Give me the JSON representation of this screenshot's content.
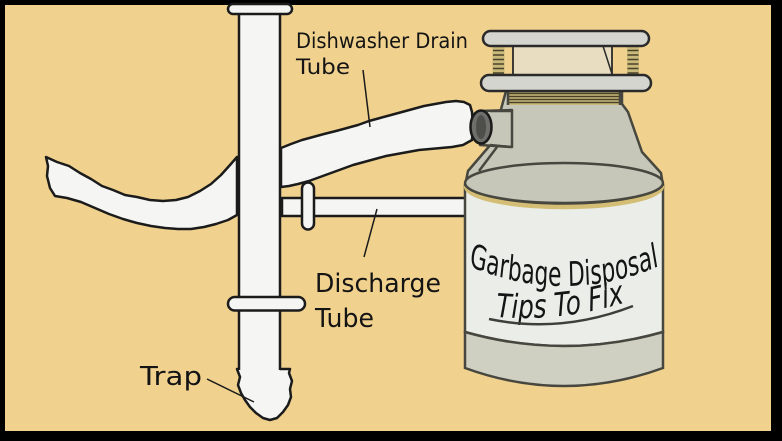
{
  "diagram": {
    "unit_label": {
      "title": "Garbage Disposal",
      "subtitle": "Tips To Fix"
    },
    "labels": {
      "dishwasher_line1": "Dishwasher Drain",
      "dishwasher_line2": "Tube",
      "discharge_line1": "Discharge",
      "discharge_line2": "Tube",
      "trap": "Trap"
    },
    "parts": [
      "dishwasher-drain-tube",
      "standpipe",
      "discharge-tube",
      "trap",
      "garbage-disposal-unit"
    ]
  },
  "colors": {
    "frame": "#000000",
    "background": "#f0d28e",
    "outline": "#1b1b1b",
    "pipe_white": "#f5f5f3",
    "disposal_body": "#c6c7b9",
    "disposal_outline": "#47473f",
    "label_panel": "#ebeee8",
    "bottom_band": "#cfd0c2",
    "hardware_gray": "#d4d5cf",
    "flange_beige": "#e8ddc0",
    "brass": "#c9ba7c",
    "brass_line": "#4a4228",
    "rim_accent": "#d4bd74",
    "inlet_dark": "#6e6e6a",
    "inlet_darker": "#4e4e4a",
    "text": "#141414"
  }
}
